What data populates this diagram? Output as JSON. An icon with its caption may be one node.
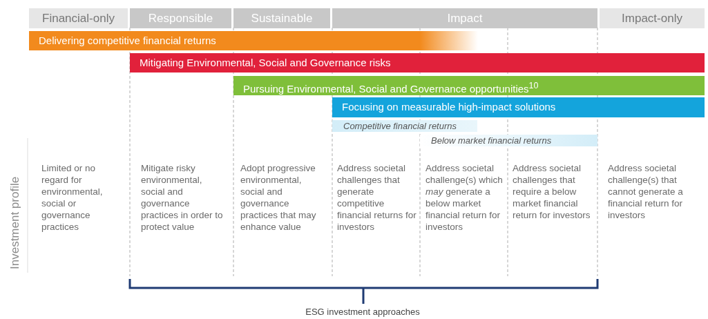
{
  "diagram": {
    "nodes": [
      {
        "text": [
          "Financial-only"
        ]
      },
      {
        "text": [
          "Responsible"
        ]
      },
      {
        "text": [
          "Sustainable"
        ]
      },
      {
        "text": [
          "Impact"
        ]
      },
      {
        "text": [
          "Impact-only"
        ]
      },
      {
        "text": [
          "Delivering competitive financial returns"
        ]
      },
      {
        "text": [
          "Mitigating Environmental, Social and Governance risks"
        ]
      },
      {
        "text": [
          "Pursuing Environmental, Social and Governance opportunities$^{10}$"
        ]
      },
      {
        "text": [
          "Focusing on measurable high-impact solutions"
        ]
      },
      {
        "text": [
          "Competitive financial returns"
        ]
      },
      {
        "text": [
          "Below market financial returns"
        ]
      }
    ],
    "edges": [],
    "labels": [
      "Investment profile",
      "Limited or no regard for environmental, social or governance practices",
      "Mitigate risky environmental, social and governance practices in order to protect value",
      "Adopt progressive environmental, social and governance practices that may enhance value",
      "Address societal challenges that generate competitive financial returns for investors",
      "Address societal challenge(s) which *may* generate a below market financial return for investors",
      "Address societal challenges that require a below market financial return for investors",
      "Address societal challenge(s) that cannot generate a financial return for investors",
      "ESG investment approaches"
    ]
  }
}
